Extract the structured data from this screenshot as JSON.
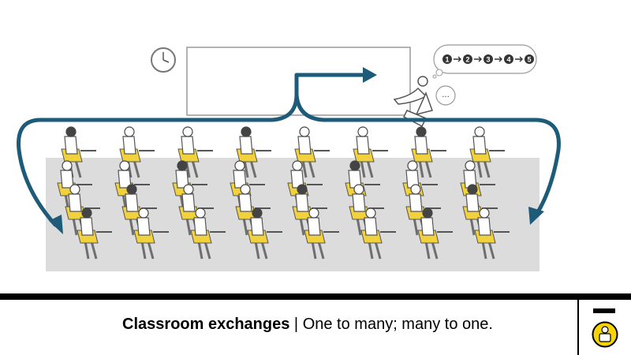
{
  "caption": {
    "title": "Classroom exchanges",
    "separator": " | ",
    "subtitle": "One to many; many to one."
  },
  "thought_bubble": {
    "steps": [
      "1",
      "2",
      "3",
      "4",
      "5"
    ],
    "speech": "..."
  },
  "colors": {
    "arrow": "#1d5b79",
    "chair": "#f2d23c",
    "floor": "#dcdcdc",
    "figure": "#6e6e6e",
    "logo": "#f5d400"
  }
}
